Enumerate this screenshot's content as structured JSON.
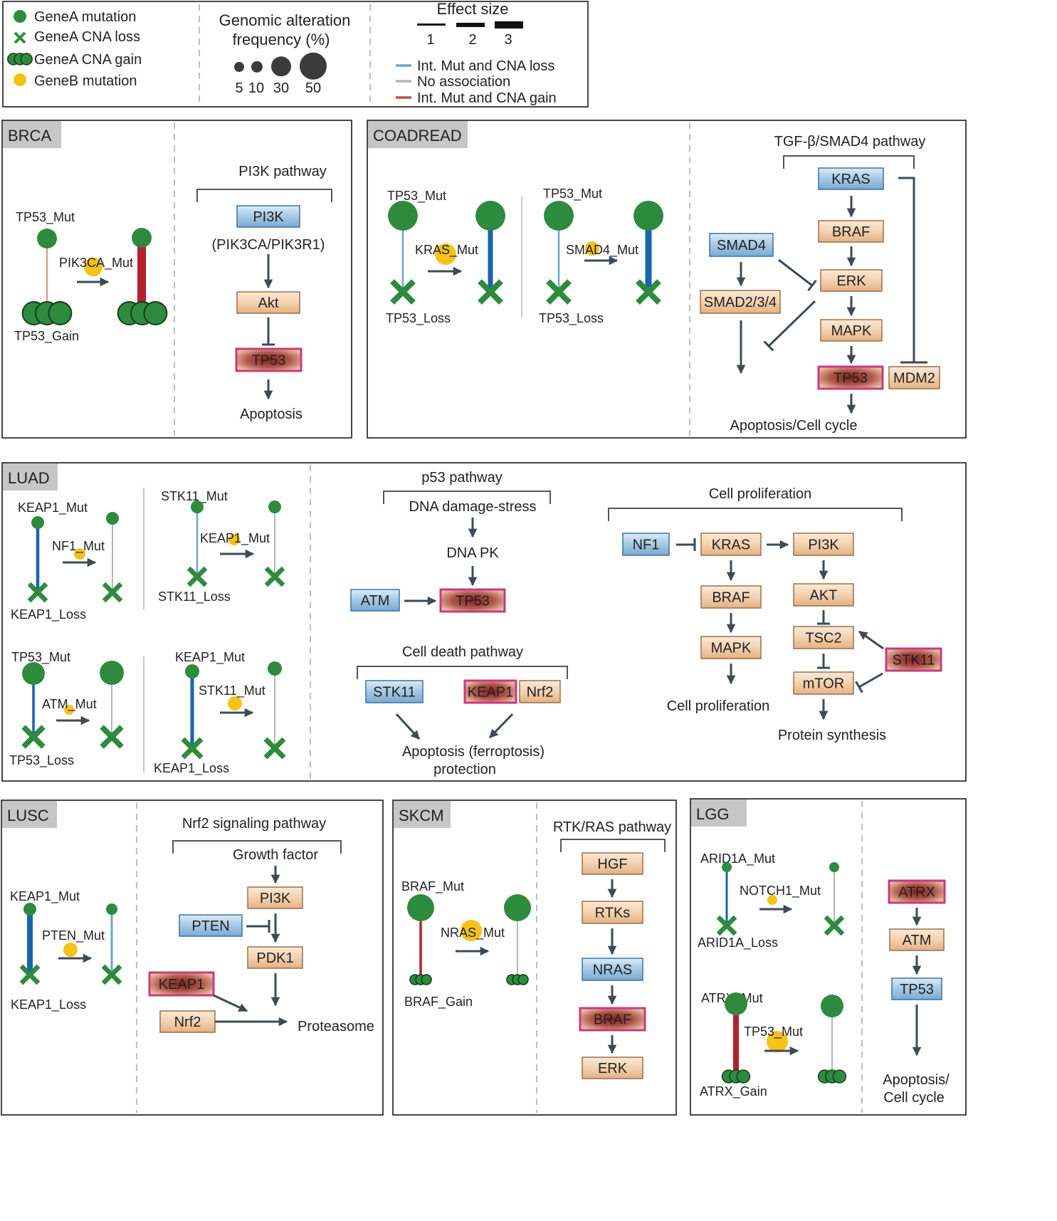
{
  "colors": {
    "mut": "#2e8b3e",
    "mutDark": "#1f5f2a",
    "geneb": "#f3c319",
    "blueLine": "#1a63ad",
    "lightBlueLine": "#6aa7d2",
    "grayLine": "#b5b5b5",
    "redLine": "#b5202e",
    "pinkLine": "#e59a8c",
    "arrow": "#3e4a54",
    "blueBox": "#a9cbe6",
    "blueBoxDark": "#3b72a6",
    "tanBox": "#f3d1b0",
    "tanBoxDark": "#9a7048",
    "redBox": "#8e2b2b",
    "redBorder": "#c93a82",
    "tab": "#c6c6c6"
  },
  "legend": {
    "items": [
      {
        "label": "GeneA mutation",
        "symbol": "circle"
      },
      {
        "label": "GeneA CNA loss",
        "symbol": "x"
      },
      {
        "label": "GeneA CNA gain",
        "symbol": "triple-circle"
      },
      {
        "label": "GeneB mutation",
        "symbol": "yellow-circle"
      }
    ],
    "freq_title_1": "Genomic alteration",
    "freq_title_2": "frequency (%)",
    "freq_values": [
      "5",
      "10",
      "30",
      "50"
    ],
    "effect_title": "Effect size",
    "effect_values": [
      "1",
      "2",
      "3"
    ],
    "lines": [
      {
        "label": "Int. Mut and CNA loss",
        "color": "blueLight"
      },
      {
        "label": "No association",
        "color": "gray"
      },
      {
        "label": "Int. Mut and CNA gain",
        "color": "red"
      }
    ]
  },
  "panels": {
    "brca": {
      "tab": "BRCA",
      "mut": "TP53_Mut",
      "mod": "PIK3CA_Mut",
      "cna": "TP53_Gain",
      "pathway": "PI3K pathway",
      "pi3k": "PI3K",
      "pi3k_sub": "(PIK3CA/PIK3R1)",
      "akt": "Akt",
      "tp53": "TP53",
      "apoptosis": "Apoptosis"
    },
    "coadread": {
      "tab": "COADREAD",
      "mut1": "TP53_Mut",
      "mod1": "KRAS_Mut",
      "loss1": "TP53_Loss",
      "mut2": "TP53_Mut",
      "mod2": "SMAD4_Mut",
      "loss2": "TP53_Loss",
      "pathway": "TGF-β/SMAD4 pathway",
      "kras": "KRAS",
      "braf": "BRAF",
      "erk": "ERK",
      "mapk": "MAPK",
      "tp53": "TP53",
      "mdm2": "MDM2",
      "smad4": "SMAD4",
      "smad234": "SMAD2/3/4",
      "outcome": "Apoptosis/Cell cycle"
    },
    "luad": {
      "tab": "LUAD",
      "a_mut": "KEAP1_Mut",
      "a_mod": "NF1_Mut",
      "a_loss": "KEAP1_Loss",
      "b_mut": "STK11_Mut",
      "b_mod": "KEAP1_Mut",
      "b_loss": "STK11_Loss",
      "c_mut": "TP53_Mut",
      "c_mod": "ATM_Mut",
      "c_loss": "TP53_Loss",
      "d_mut": "KEAP1_Mut",
      "d_mod": "STK11_Mut",
      "d_loss": "KEAP1_Loss",
      "p53_title": "p53 pathway",
      "dna_damage": "DNA damage-stress",
      "dna_pk": "DNA PK",
      "atm": "ATM",
      "tp53": "TP53",
      "celldeath_title": "Cell death pathway",
      "stk11": "STK11",
      "keap1": "KEAP1",
      "nrf2": "Nrf2",
      "apop_1": "Apoptosis (ferroptosis)",
      "apop_2": "protection",
      "prolif_title": "Cell proliferation",
      "nf1": "NF1",
      "kras": "KRAS",
      "pi3k": "PI3K",
      "braf": "BRAF",
      "akt": "AKT",
      "mapk": "MAPK",
      "tsc2": "TSC2",
      "mtor": "mTOR",
      "stk11b": "STK11",
      "cell_prolif": "Cell proliferation",
      "protein_synth": "Protein synthesis"
    },
    "lusc": {
      "tab": "LUSC",
      "mut": "KEAP1_Mut",
      "mod": "PTEN_Mut",
      "loss": "KEAP1_Loss",
      "pathway": "Nrf2 signaling pathway",
      "growth": "Growth factor",
      "pi3k": "PI3K",
      "pten": "PTEN",
      "pdk1": "PDK1",
      "keap1": "KEAP1",
      "nrf2": "Nrf2",
      "proteasome": "Proteasome"
    },
    "skcm": {
      "tab": "SKCM",
      "mut": "BRAF_Mut",
      "mod": "NRAS_Mut",
      "gain": "BRAF_Gain",
      "pathway": "RTK/RAS pathway",
      "hgf": "HGF",
      "rtks": "RTKs",
      "nras": "NRAS",
      "braf": "BRAF",
      "erk": "ERK"
    },
    "lgg": {
      "tab": "LGG",
      "a_mut": "ARID1A_Mut",
      "a_mod": "NOTCH1_Mut",
      "a_loss": "ARID1A_Loss",
      "b_mut": "ATRX_Mut",
      "b_mod": "TP53_Mut",
      "b_gain": "ATRX_Gain",
      "atrx": "ATRX",
      "atm": "ATM",
      "tp53": "TP53",
      "outcome_1": "Apoptosis/",
      "outcome_2": "Cell cycle"
    }
  }
}
